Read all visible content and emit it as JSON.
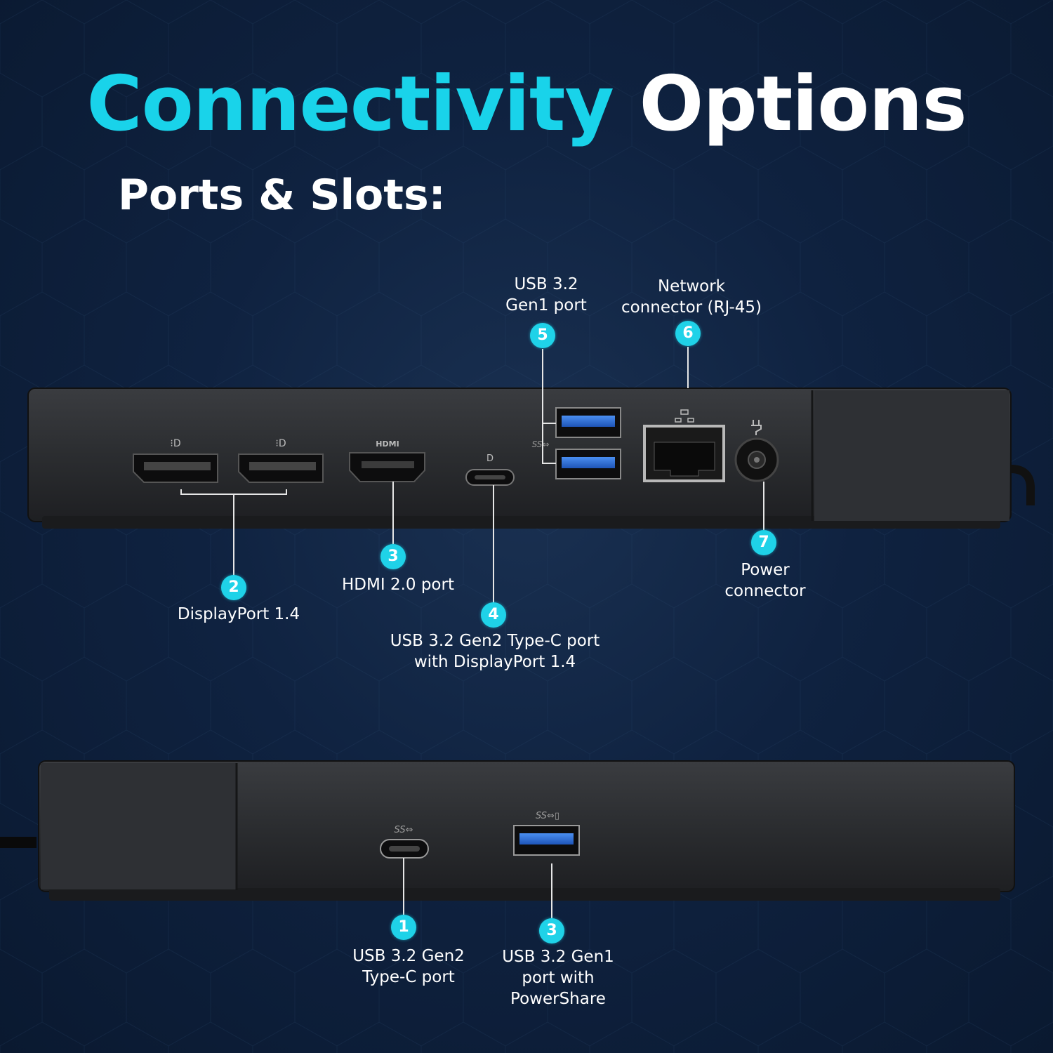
{
  "header": {
    "title_accent": "Connectivity",
    "title_rest": "Options",
    "subtitle": "Ports & Slots:"
  },
  "colors": {
    "accent": "#19d3ea",
    "badge": "#1fd2e8",
    "background": "#0f2240",
    "dock_body": "#2a2c2f",
    "usb_blue": "#2f6fd6"
  },
  "rear_view": {
    "callouts": [
      {
        "number": "2",
        "lines": [
          "DisplayPort 1.4"
        ]
      },
      {
        "number": "3",
        "lines": [
          "HDMI 2.0 port"
        ]
      },
      {
        "number": "4",
        "lines": [
          "USB 3.2 Gen2 Type-C port",
          "with DisplayPort 1.4"
        ]
      },
      {
        "number": "5",
        "lines": [
          "USB 3.2",
          "Gen1 port"
        ]
      },
      {
        "number": "6",
        "lines": [
          "Network",
          "connector (RJ-45)"
        ]
      },
      {
        "number": "7",
        "lines": [
          "Power",
          "connector"
        ]
      }
    ]
  },
  "front_view": {
    "callouts": [
      {
        "number": "1",
        "lines": [
          "USB 3.2 Gen2",
          "Type-C port"
        ]
      },
      {
        "number": "3",
        "lines": [
          "USB 3.2 Gen1",
          "port with",
          "PowerShare"
        ]
      }
    ]
  },
  "icons": [
    "displayport-icon",
    "hdmi-logo",
    "superspeed-usb-icon",
    "network-icon",
    "power-plug-icon"
  ]
}
